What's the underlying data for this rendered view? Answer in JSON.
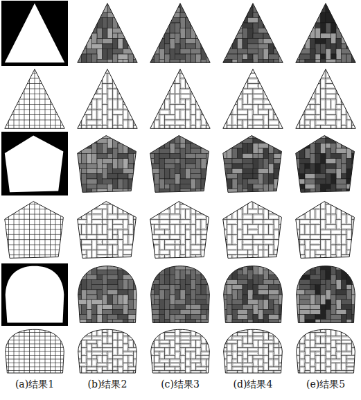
{
  "diagram": {
    "labels": [
      "(a)结果1",
      "(b)结果2",
      "(c)结果3",
      "(d)结果4",
      "(e)结果5"
    ]
  }
}
